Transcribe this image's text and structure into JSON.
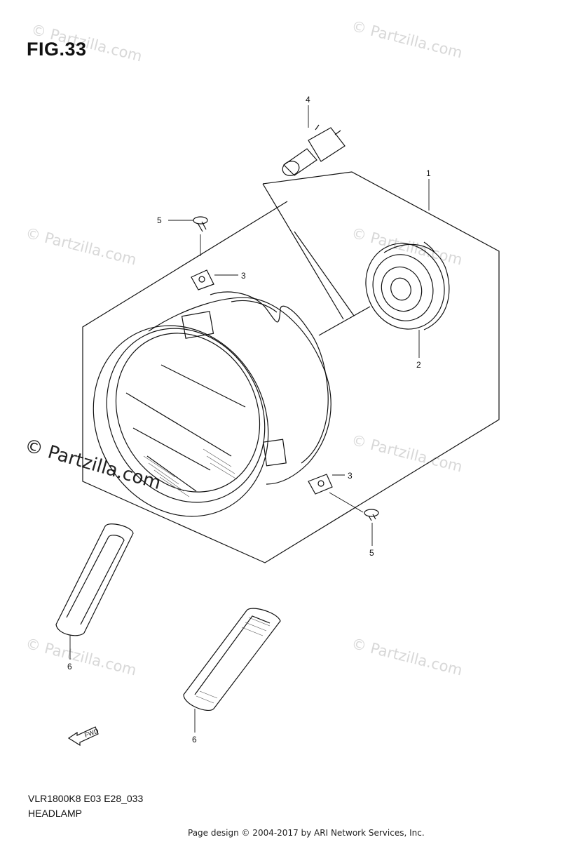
{
  "figure": {
    "title": "FIG.33"
  },
  "callouts": [
    "1",
    "2",
    "3",
    "3",
    "4",
    "5",
    "5",
    "6",
    "6"
  ],
  "watermarks": {
    "faint": "© Partzilla.com",
    "strong": "© Partzilla.com"
  },
  "fwd_label": "FWD",
  "model_code": "VLR1800K8 E03 E28_033",
  "caption": "HEADLAMP",
  "footer": "Page design © 2004-2017 by ARI Network Services, Inc."
}
